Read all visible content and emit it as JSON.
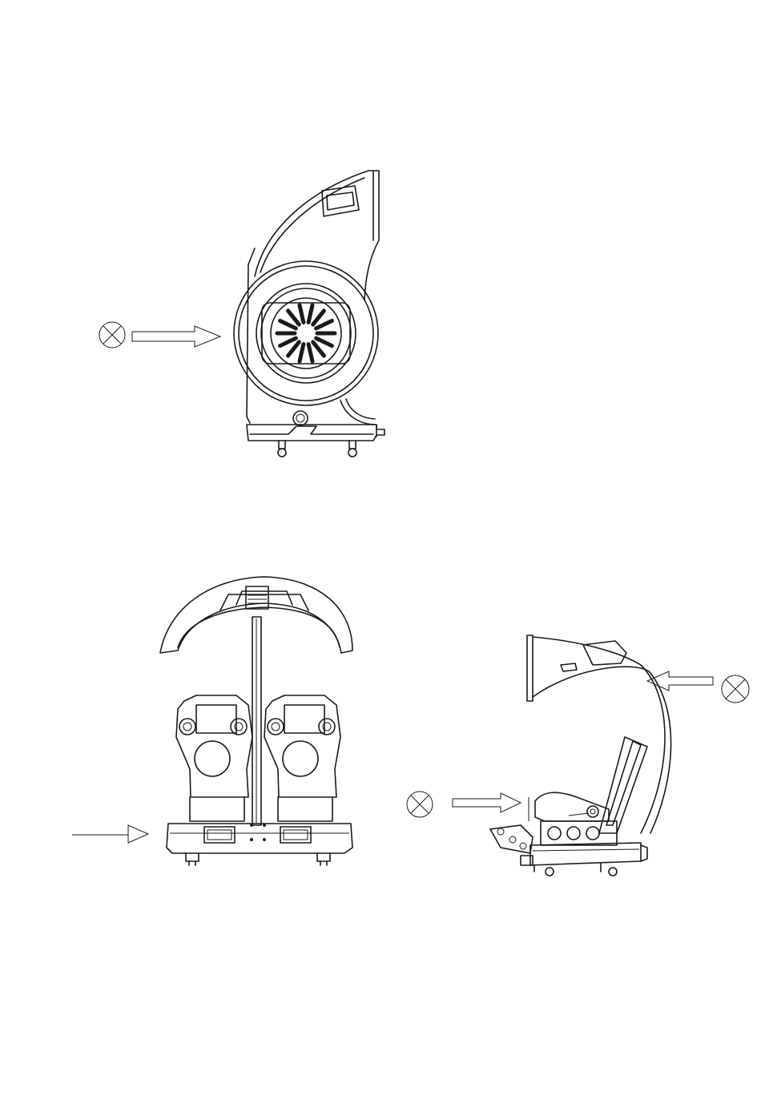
{
  "figure": {
    "background": "#ffffff",
    "line_color": "#1a1a1a",
    "views": [
      {
        "name": "front-view",
        "markers": [
          "crossed-circle-icon",
          "direction-arrow-icon"
        ]
      },
      {
        "name": "rear-view",
        "markers": [
          "direction-arrow-icon"
        ]
      },
      {
        "name": "side-view",
        "markers": [
          "crossed-circle-icon",
          "direction-arrow-icon",
          "crossed-circle-icon",
          "direction-arrow-icon"
        ]
      }
    ]
  }
}
